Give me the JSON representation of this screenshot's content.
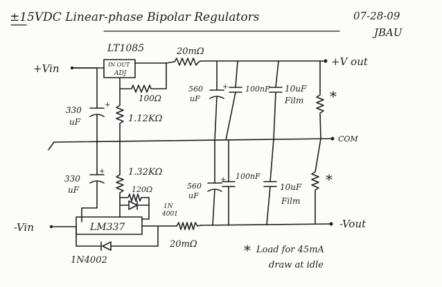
{
  "header": {
    "title": "±15VDC Linear-phase Bipolar Regulators",
    "date": "07-28-09",
    "author": "JBAU"
  },
  "labels": {
    "vin_pos": "+Vin",
    "vin_neg": "-Vin",
    "vout_pos": "+V out",
    "vout_neg": "-Vout",
    "com": "COM",
    "lt1085": "LT1085",
    "lt_pins": "IN  OUT",
    "lt_adj": "ADJ",
    "lm337": "LM337",
    "r_top_series": "20mΩ",
    "r_bot_series": "20mΩ",
    "r_100": "100Ω",
    "r_112k": "1.12KΩ",
    "r_132k": "1.32KΩ",
    "r_120": "120Ω",
    "c330_top": "330",
    "c330_top_unit": "uF",
    "c330_bot": "330",
    "c330_bot_unit": "uF",
    "c560_top": "560",
    "c560_top_unit": "uF",
    "c560_bot": "560",
    "c560_bot_unit": "uF",
    "c100n_top": "100nF",
    "c100n_bot": "100nF",
    "c10u_top": "10uF",
    "c10u_top_unit": "Film",
    "c10u_bot": "10uF",
    "c10u_bot_unit": "Film",
    "diode_1n4001": "1N",
    "diode_1n4001b": "4001",
    "diode_1n4002": "1N4002",
    "load_star_top": "*",
    "load_star_bot": "*",
    "note_star": "*",
    "note_line1": "Load for 45mA",
    "note_line2": "draw at idle"
  }
}
